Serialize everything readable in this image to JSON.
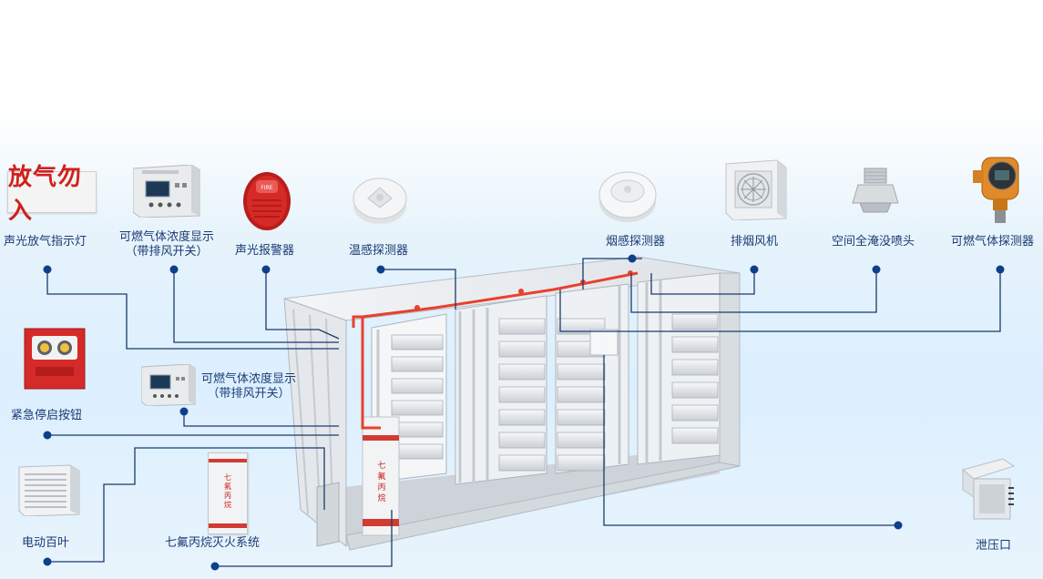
{
  "colors": {
    "line": "#1b3a6b",
    "dot": "#0e3f8a",
    "label": "#1c3b73",
    "fire_pipe": "#e8402e",
    "container": "#dfe3e8"
  },
  "devices": {
    "acousto_optic_indicator": {
      "sign_text": "放气勿入",
      "label": "声光放气指示灯",
      "icon": "warning-sign-icon"
    },
    "gas_display_top": {
      "label_line1": "可燃气体浓度显示",
      "label_line2": "（带排风开关）",
      "icon": "gas-display-panel-icon"
    },
    "alarm": {
      "label": "声光报警器",
      "icon": "strobe-alarm-icon"
    },
    "temp_detector": {
      "label": "温感探测器",
      "icon": "heat-detector-icon"
    },
    "smoke_detector": {
      "label": "烟感探测器",
      "icon": "smoke-detector-icon"
    },
    "exhaust_fan": {
      "label": "排烟风机",
      "icon": "exhaust-fan-icon"
    },
    "nozzle": {
      "label": "空间全淹没喷头",
      "icon": "spray-nozzle-icon"
    },
    "gas_detector": {
      "label": "可燃气体探测器",
      "icon": "gas-detector-icon"
    },
    "emergency_button": {
      "label": "紧急停启按钮",
      "icon": "emergency-stop-button-icon"
    },
    "gas_display_mid": {
      "label_line1": "可燃气体浓度显示",
      "label_line2": "（带排风开关）",
      "icon": "gas-display-panel-icon"
    },
    "louver": {
      "label": "电动百叶",
      "icon": "louver-icon"
    },
    "extinguisher": {
      "label": "七氟丙烷灭火系统",
      "icon": "fire-extinguishing-cabinet-icon",
      "cabinet_text": "七氟丙烷"
    },
    "relief_vent": {
      "label": "泄压口",
      "icon": "pressure-relief-vent-icon"
    }
  },
  "container": {
    "icon": "battery-container-icon",
    "cabinet_text": "七氟丙烷"
  }
}
